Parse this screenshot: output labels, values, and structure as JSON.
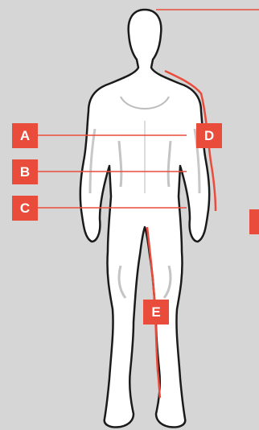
{
  "colors": {
    "background": "#d6d6d6",
    "accent": "#ea4c3c",
    "body_fill": "#ffffff",
    "body_shadow": "#c4c4c4",
    "outline": "#1a1a1a"
  },
  "labels": {
    "a": "A",
    "b": "B",
    "c": "C",
    "d": "D",
    "e": "E"
  },
  "figure": {
    "icon": "human-body-figure-icon"
  }
}
